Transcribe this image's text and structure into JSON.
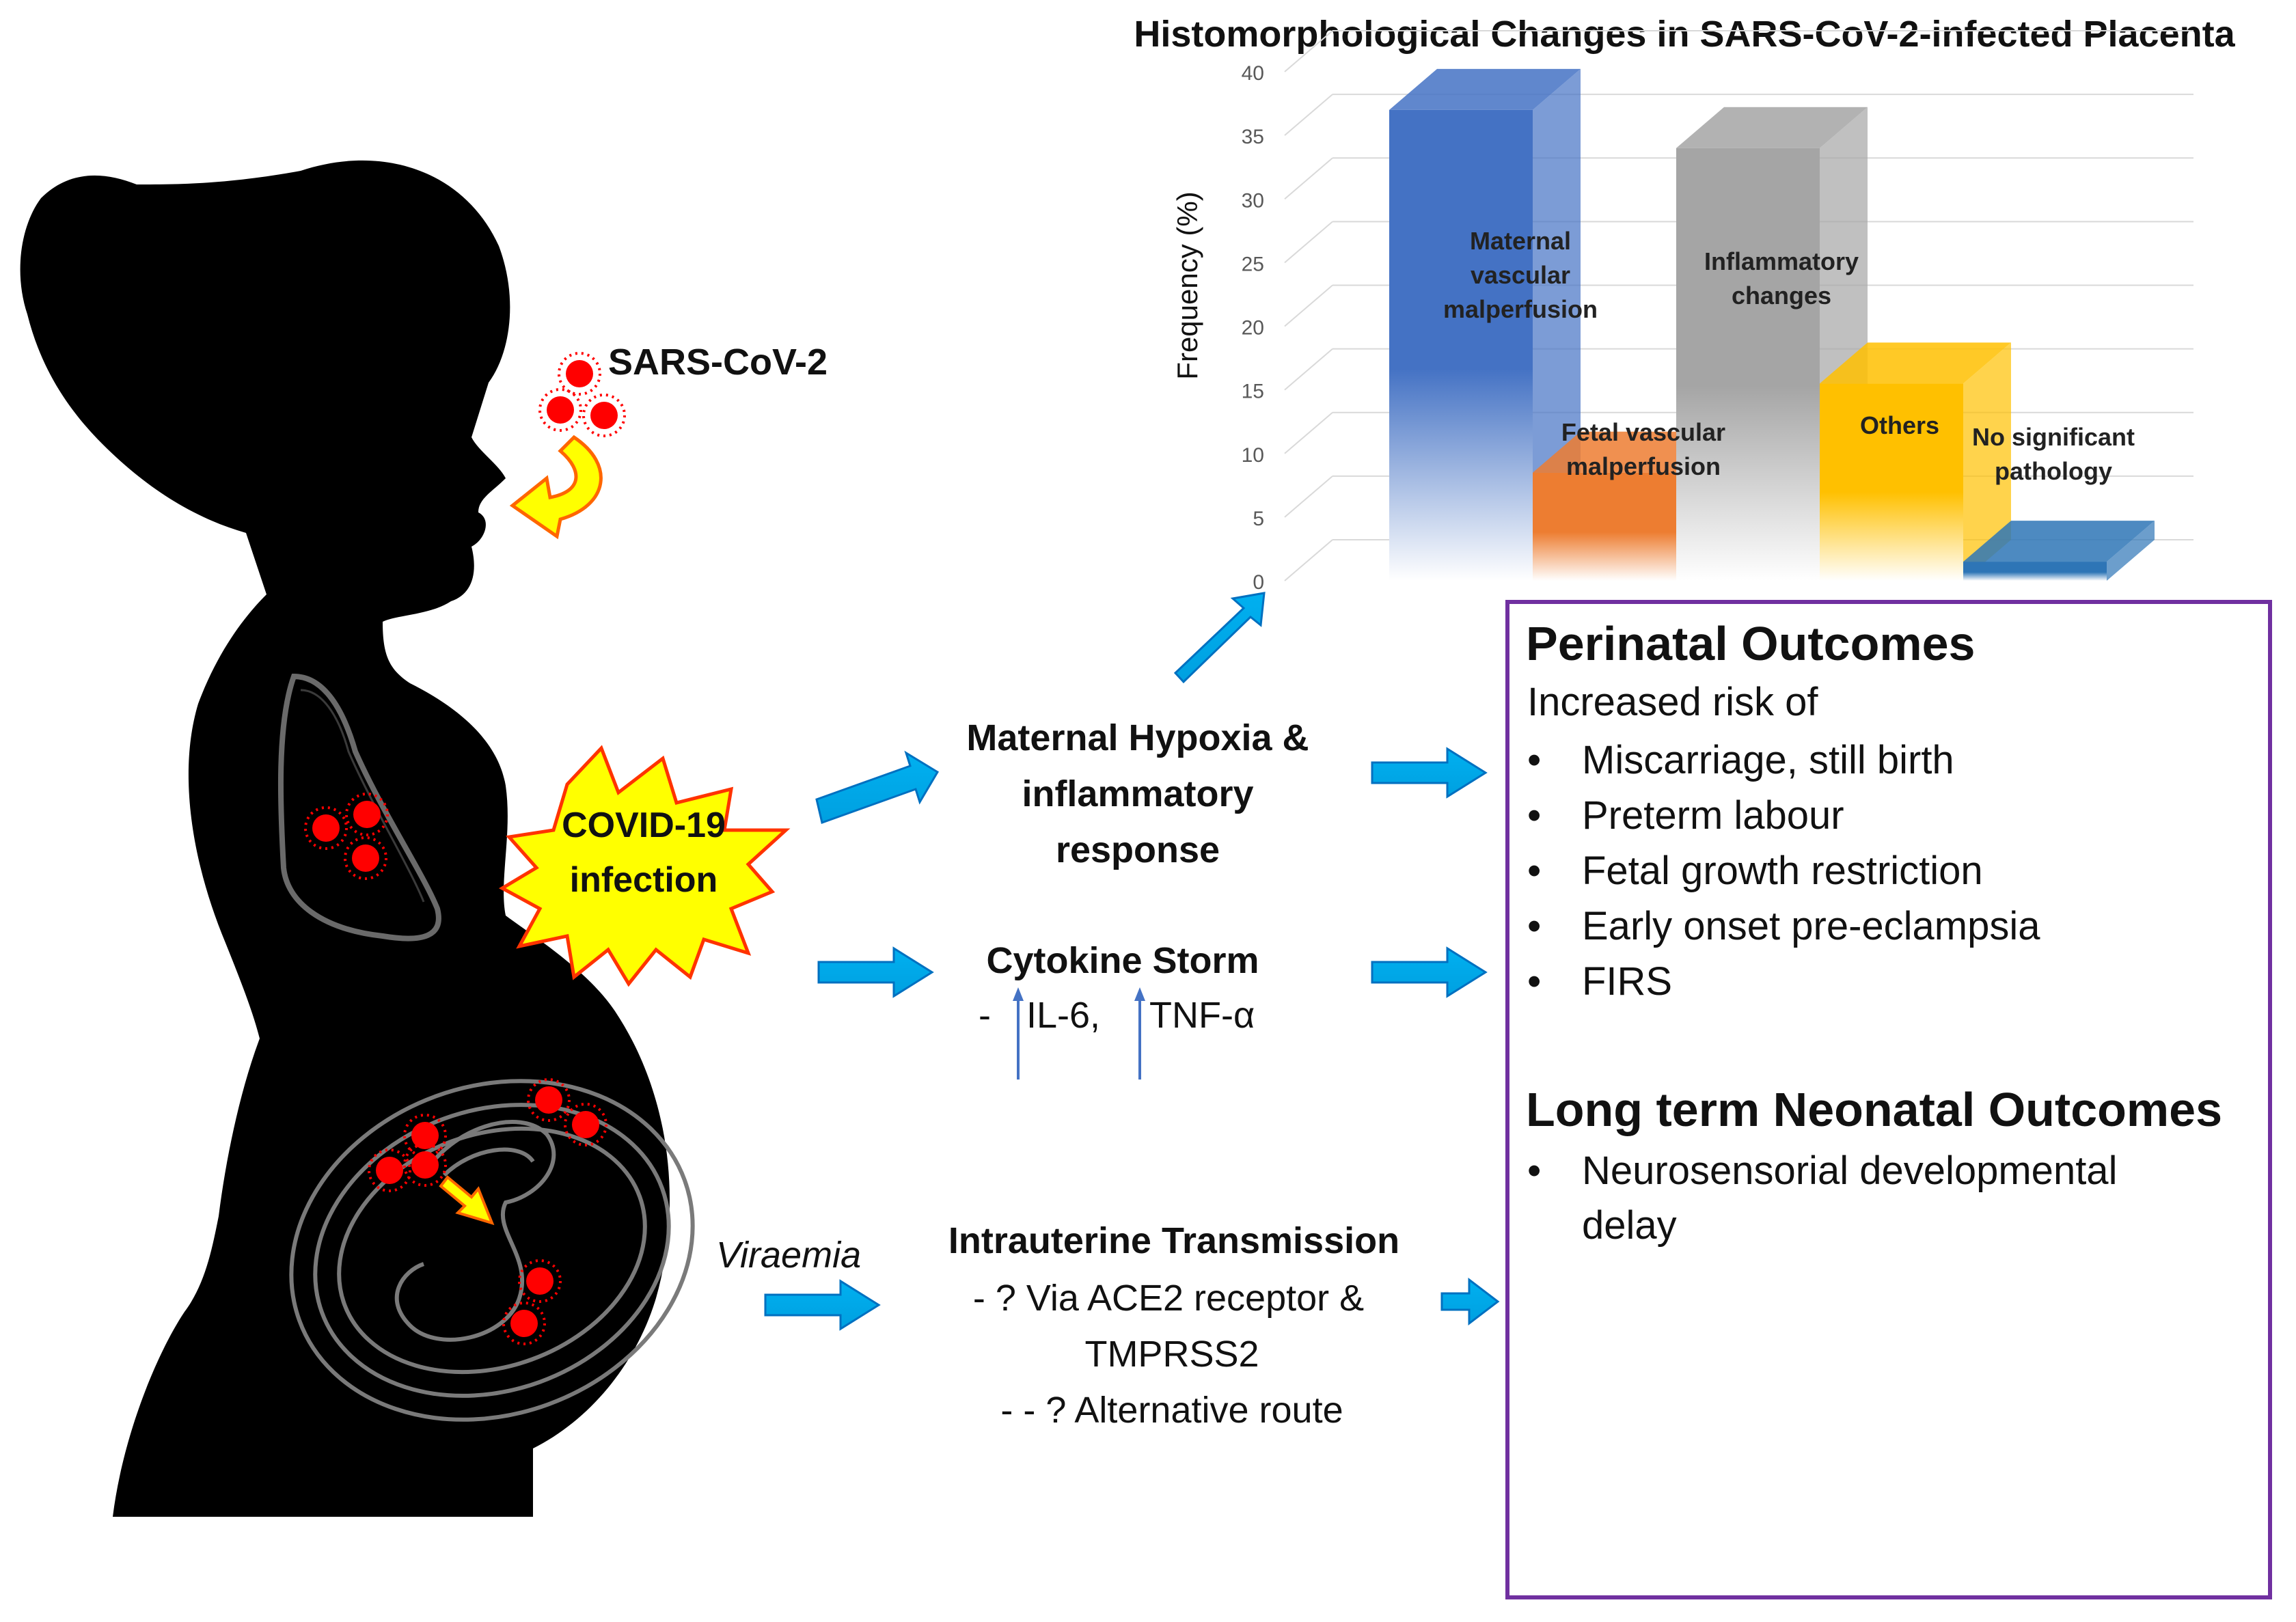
{
  "virus_label": "SARS-CoV-2",
  "infection_label": [
    "COVID-19",
    "infection"
  ],
  "hypoxia_label": [
    "Maternal Hypoxia &",
    "inflammatory",
    "response"
  ],
  "cytokine": {
    "title": "Cytokine Storm",
    "line": [
      "-",
      "IL-6,",
      "TNF-α"
    ]
  },
  "viraemia_label": "Viraemia",
  "intrauterine": {
    "title": "Intrauterine Transmission",
    "lines": [
      "- ? Via ACE2 receptor &",
      "TMPRSS2",
      "- - ? Alternative route"
    ]
  },
  "outcomes": {
    "perinatal_title": "Perinatal Outcomes",
    "intro": "Increased risk of",
    "perinatal_items": [
      "Miscarriage, still birth",
      "Preterm labour",
      "Fetal growth restriction",
      "Early onset pre-eclampsia",
      "FIRS"
    ],
    "neonatal_title": "Long term Neonatal Outcomes",
    "neonatal_items": [
      "Neurosensorial developmental delay"
    ]
  },
  "colors": {
    "arrow": "#00b0f0",
    "virus": "#ff0000",
    "box_border": "#7030a0",
    "starburst": "#ffff00"
  },
  "chart_data": {
    "type": "bar",
    "title": "Histomorphological Changes in SARS-CoV-2-infected Placenta",
    "ylabel": "Frequency (%)",
    "ylim": [
      0,
      40
    ],
    "yticks": [
      0,
      5,
      10,
      15,
      20,
      25,
      30,
      35,
      40
    ],
    "categories": [
      {
        "label": [
          "Maternal",
          "vascular",
          "malperfusion"
        ],
        "value": 37,
        "color": "#4472c4"
      },
      {
        "label": [
          "Fetal  vascular",
          "malperfusion"
        ],
        "value": 8.5,
        "color": "#ed7d31"
      },
      {
        "label": [
          "Inflammatory",
          "changes"
        ],
        "value": 34,
        "color": "#a5a5a5"
      },
      {
        "label": [
          "Others"
        ],
        "value": 15.5,
        "color": "#ffc000"
      },
      {
        "label": [
          "No significant",
          "pathology"
        ],
        "value": 1.5,
        "color": "#2e75b6"
      }
    ]
  }
}
